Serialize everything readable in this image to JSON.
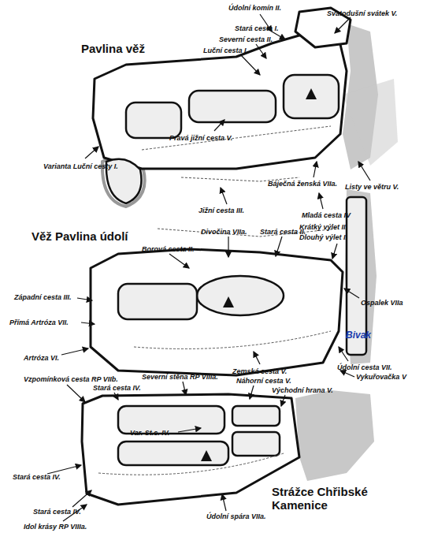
{
  "diagram": {
    "labels": [
      "Údolní komín II.",
      "Svatodušní svátek V.",
      "Stará cesta I.",
      "Severní cesta II.",
      "Luční cesta I.",
      "Pavlina věž",
      "Pravá jižní cesta V.",
      "Varianta Luční cesty I.",
      "Báječná ženská VIIa.",
      "Listy ve větru V.",
      "Jižní cesta III.",
      "Mladá cesta IV",
      "Věž Pavlina údolí",
      "Divočina VIIa.",
      "Stará cesta II.",
      "Krátký výlet II.",
      "Dlouhý výlet I.",
      "Borová cesta II.",
      "Západní cesta III.",
      "Ospalek VIIa",
      "Přímá Artróza VII.",
      "Bivak",
      "Artróza VI.",
      "Zemská cesta V.",
      "Údolní cesta VII.",
      "Vykuřovačka V",
      "Vzpomínková cesta RP VIIb.",
      "Severní stěna RP VIIIa.",
      "Stará cesta IV.",
      "Náhorní cesta V.",
      "Východní hrana V.",
      "Var. St.c. IV.",
      "Stará cesta IV.",
      "Stará cesta IV.",
      "Idol krásy RP VIIIa.",
      "Údolní spára VIIa.",
      "Strážce Chřibské Kamenice"
    ]
  }
}
